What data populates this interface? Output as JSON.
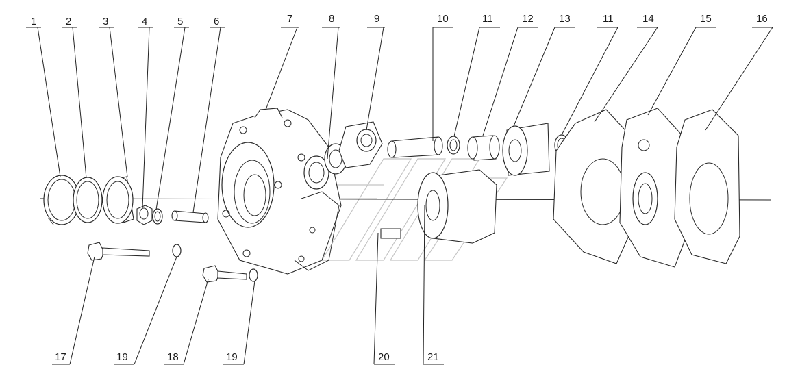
{
  "labels": {
    "l1": "1",
    "l2": "2",
    "l3": "3",
    "l4": "4",
    "l5": "5",
    "l6": "6",
    "l7": "7",
    "l8": "8",
    "l9": "9",
    "l10": "10",
    "l11a": "11",
    "l12": "12",
    "l13": "13",
    "l11b": "11",
    "l14": "14",
    "l15": "15",
    "l16": "16",
    "l17": "17",
    "l19a": "19",
    "l18": "18",
    "l19b": "19",
    "l20": "20",
    "l21": "21"
  },
  "colors": {
    "line": "#222222",
    "background": "#ffffff",
    "watermark": "#bdbdbd"
  }
}
